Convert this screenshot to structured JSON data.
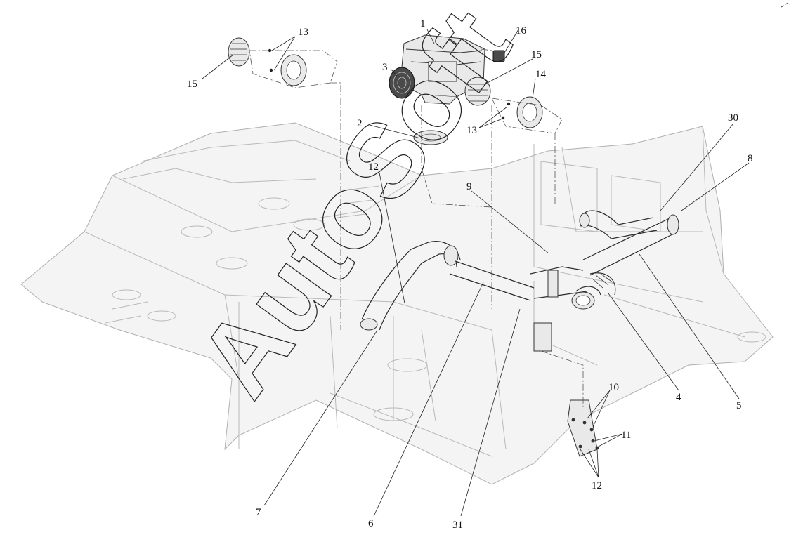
{
  "watermark": "AutoSoft",
  "callouts": [
    {
      "id": "c1",
      "text": "1"
    },
    {
      "id": "c2",
      "text": "2"
    },
    {
      "id": "c3",
      "text": "3"
    },
    {
      "id": "c4",
      "text": "4"
    },
    {
      "id": "c5",
      "text": "5"
    },
    {
      "id": "c6",
      "text": "6"
    },
    {
      "id": "c7",
      "text": "7"
    },
    {
      "id": "c8",
      "text": "8"
    },
    {
      "id": "c9",
      "text": "9"
    },
    {
      "id": "c10",
      "text": "10"
    },
    {
      "id": "c11",
      "text": "11"
    },
    {
      "id": "c12a",
      "text": "12"
    },
    {
      "id": "c12b",
      "text": "12"
    },
    {
      "id": "c13a",
      "text": "13"
    },
    {
      "id": "c13b",
      "text": "13"
    },
    {
      "id": "c14",
      "text": "14"
    },
    {
      "id": "c15a",
      "text": "15"
    },
    {
      "id": "c15b",
      "text": "15"
    },
    {
      "id": "c16",
      "text": "16"
    },
    {
      "id": "c30",
      "text": "30"
    },
    {
      "id": "c31",
      "text": "31"
    }
  ]
}
